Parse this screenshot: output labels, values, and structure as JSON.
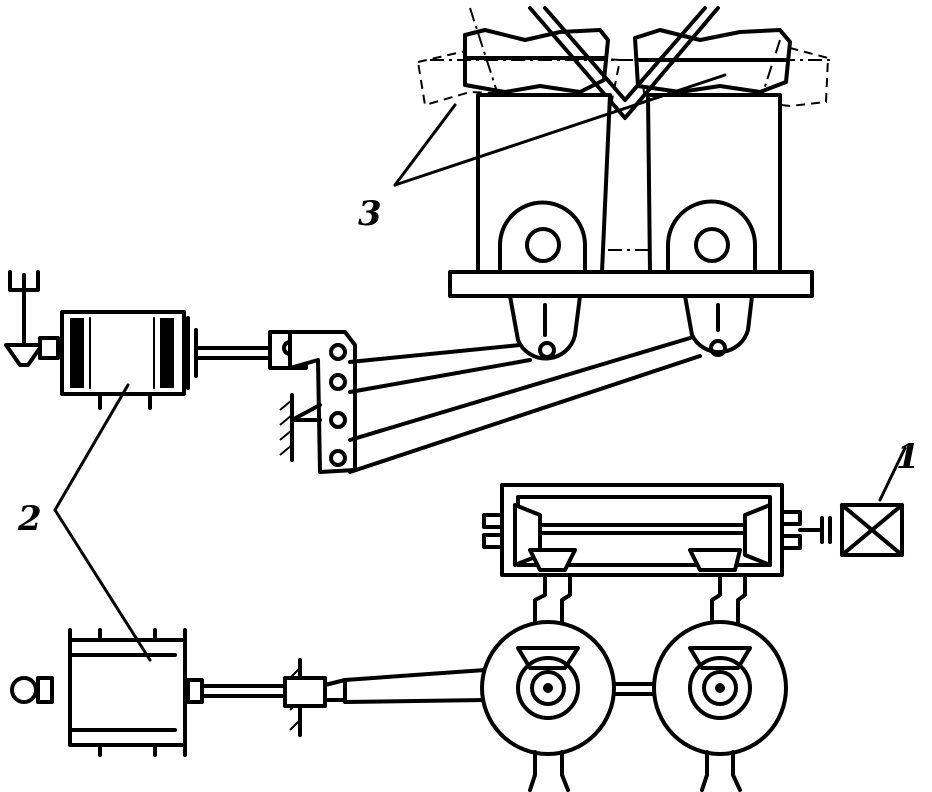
{
  "labels": {
    "one": "1",
    "two": "2",
    "three": "3"
  }
}
